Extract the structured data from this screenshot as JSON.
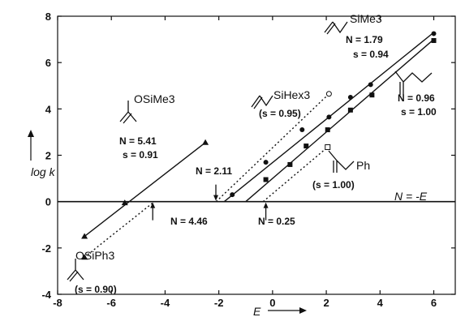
{
  "chart_data": {
    "type": "scatter",
    "xlabel": "E",
    "ylabel": "log k",
    "xlim": [
      -8,
      6.8
    ],
    "ylim": [
      -4,
      8
    ],
    "x_ticks": [
      "-8",
      "-6",
      "-4",
      "-2",
      "0",
      "2",
      "4",
      "6"
    ],
    "y_ticks": [
      "-4",
      "-2",
      "0",
      "2",
      "4",
      "6",
      "8"
    ],
    "reference_line": {
      "label": "N = -E",
      "y": 0
    },
    "series": [
      {
        "marker": "triangle",
        "line": "solid",
        "points": [
          {
            "x": -7.0,
            "y": -1.5
          },
          {
            "x": -5.5,
            "y": -0.05
          },
          {
            "x": -2.5,
            "y": 2.55
          }
        ],
        "fit": [
          [
            -7.0,
            -1.5
          ],
          [
            -2.5,
            2.55
          ]
        ]
      },
      {
        "marker": "triangle",
        "line": "dotted",
        "points": [
          {
            "x": -7.0,
            "y": -2.4
          }
        ],
        "fit": [
          [
            -7.0,
            -2.4
          ],
          [
            -4.4,
            0.0
          ]
        ]
      },
      {
        "marker": "circle",
        "line": "solid",
        "points": [
          {
            "x": -1.5,
            "y": 0.3
          },
          {
            "x": -0.25,
            "y": 1.7
          },
          {
            "x": 1.1,
            "y": 3.1
          },
          {
            "x": 2.1,
            "y": 3.65
          },
          {
            "x": 2.9,
            "y": 4.5
          },
          {
            "x": 3.65,
            "y": 5.05
          },
          {
            "x": 6.0,
            "y": 7.25
          }
        ],
        "fit": [
          [
            -1.8,
            0.0
          ],
          [
            6.0,
            7.3
          ]
        ]
      },
      {
        "marker": "square",
        "line": "solid",
        "points": [
          {
            "x": -0.25,
            "y": 0.95
          },
          {
            "x": 0.65,
            "y": 1.6
          },
          {
            "x": 1.25,
            "y": 2.4
          },
          {
            "x": 2.05,
            "y": 3.1
          },
          {
            "x": 2.9,
            "y": 3.95
          },
          {
            "x": 3.7,
            "y": 4.6
          },
          {
            "x": 6.0,
            "y": 6.95
          }
        ],
        "fit": [
          [
            -1.0,
            0.0
          ],
          [
            6.0,
            7.0
          ]
        ]
      },
      {
        "marker": "open-circle",
        "line": "dotted",
        "points": [
          {
            "x": 2.1,
            "y": 4.65
          }
        ],
        "fit": [
          [
            -2.1,
            0.0
          ],
          [
            2.1,
            4.65
          ]
        ]
      },
      {
        "marker": "open-square",
        "line": "dotted",
        "points": [
          {
            "x": 2.05,
            "y": 2.35
          }
        ],
        "fit": [
          [
            -0.35,
            0.0
          ],
          [
            2.05,
            2.35
          ]
        ]
      }
    ],
    "annotations": {
      "allyl_sime3": {
        "name": "SiMe3",
        "n": "N = 1.79",
        "s": "s = 0.94"
      },
      "alkene": {
        "n": "N = 0.96",
        "s": "s = 1.00"
      },
      "allyl_sihex3": {
        "name": "SiHex3",
        "s": "(s = 0.95)"
      },
      "ketene_osime3": {
        "name": "OSiMe3",
        "n": "N = 5.41",
        "s": "s = 0.91"
      },
      "ketene_osiph3": {
        "name": "OSiPh3",
        "s": "(s = 0.90)"
      },
      "allyl_ph": {
        "name": "Ph",
        "s": "(s = 1.00)"
      },
      "n_marker_211": {
        "label": "N = 2.11",
        "x": -2.11
      },
      "n_marker_446": {
        "label": "N = 4.46",
        "x": -4.46
      },
      "n_marker_025": {
        "label": "N = 0.25",
        "x": -0.25
      }
    }
  }
}
